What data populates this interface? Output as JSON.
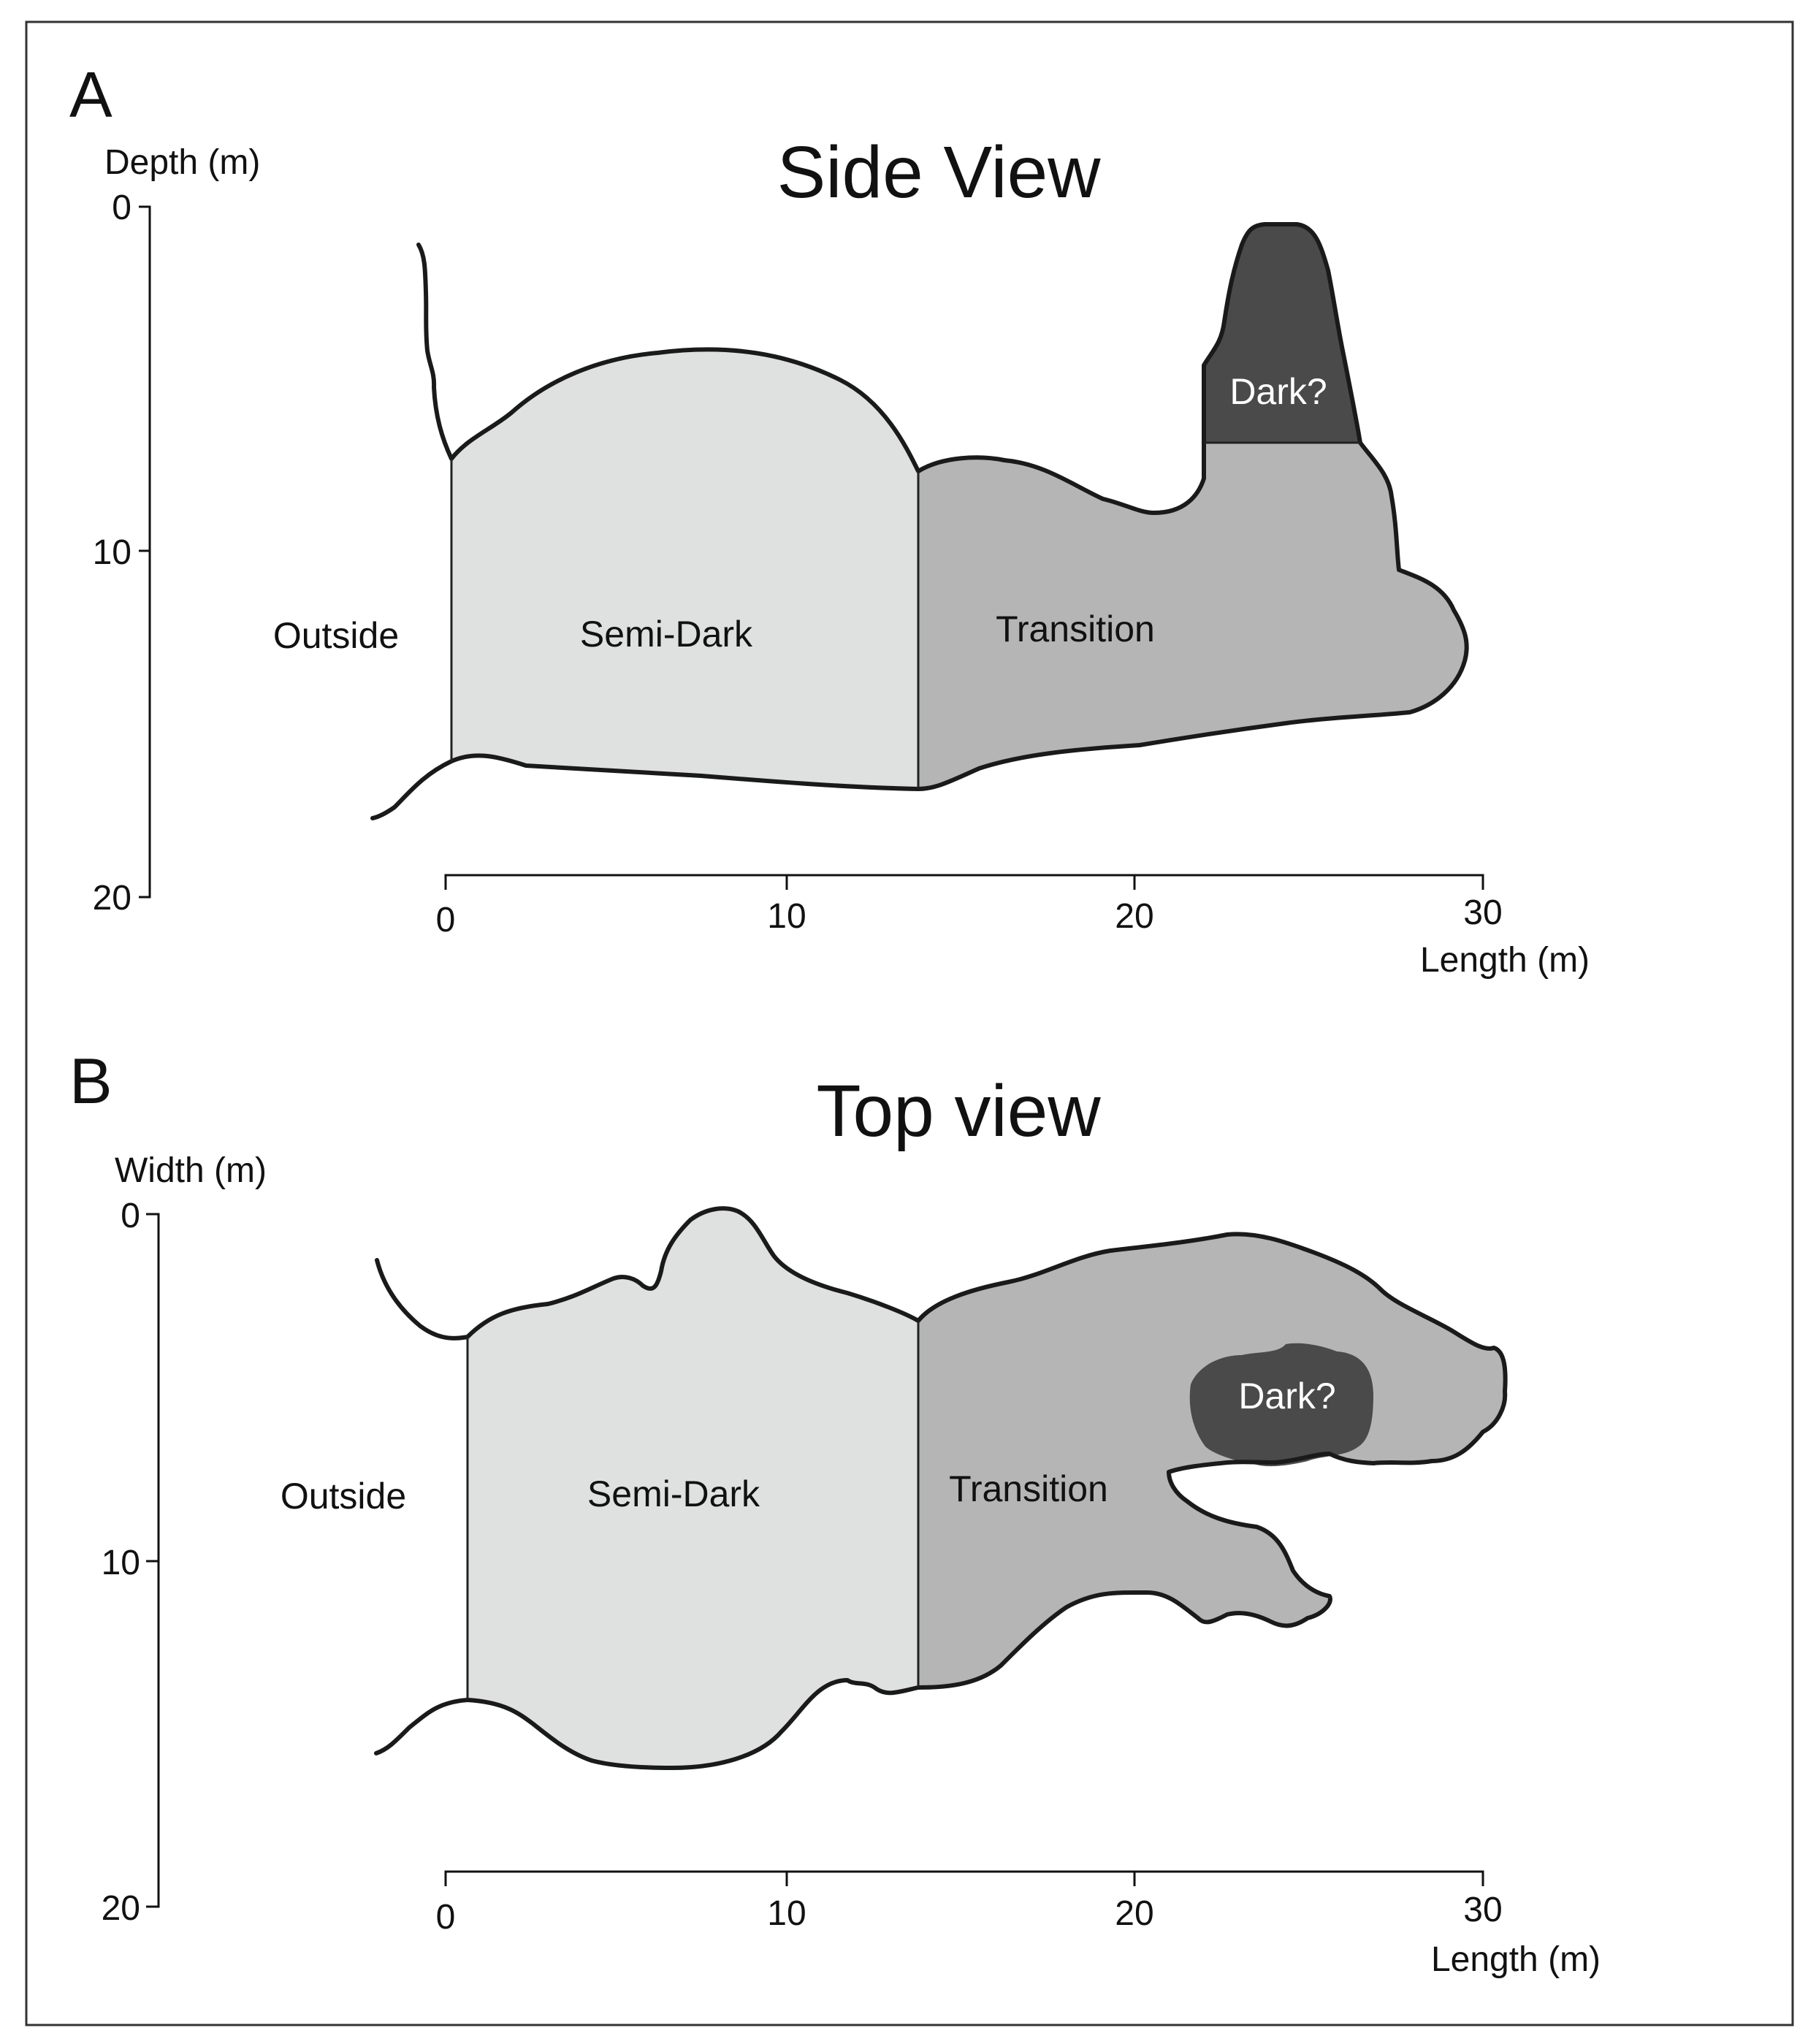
{
  "colors": {
    "border": "#333333",
    "semi_dark": "#dfe1e1",
    "transition": "#b5b5b5",
    "dark": "#4a4a4a",
    "outline": "#1a1a1a"
  },
  "panels": [
    {
      "letter": "A",
      "title": "Side View",
      "y_axis_title": "Depth (m)",
      "y_ticks": [
        "0",
        "10",
        "20"
      ],
      "x_ticks": [
        "0",
        "10",
        "20",
        "30"
      ],
      "x_axis_title": "Length (m)",
      "zones": {
        "outside": "Outside",
        "semi_dark": "Semi-Dark",
        "transition": "Transition",
        "dark": "Dark?"
      }
    },
    {
      "letter": "B",
      "title": "Top view",
      "y_axis_title": "Width (m)",
      "y_ticks": [
        "0",
        "10",
        "20"
      ],
      "x_ticks": [
        "0",
        "10",
        "20",
        "30"
      ],
      "x_axis_title": "Length (m)",
      "zones": {
        "outside": "Outside",
        "semi_dark": "Semi-Dark",
        "transition": "Transition",
        "dark": "Dark?"
      }
    }
  ]
}
